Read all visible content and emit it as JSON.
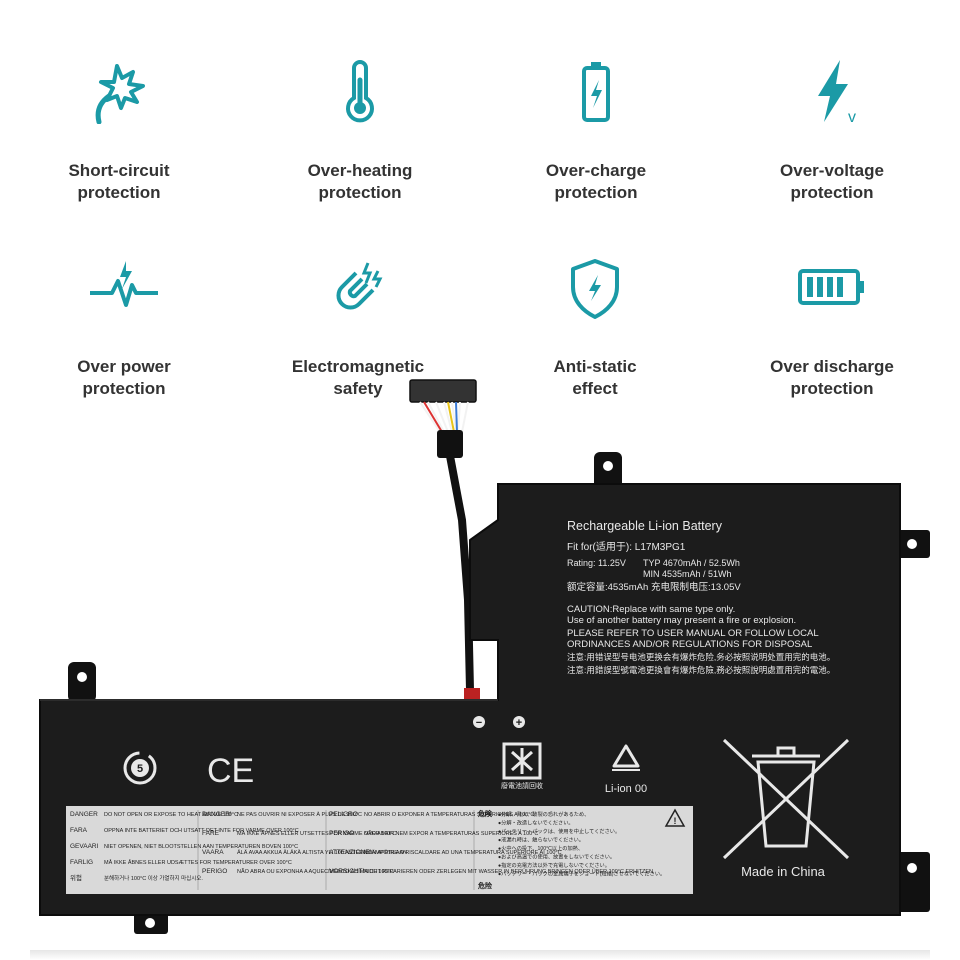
{
  "colors": {
    "icon": "#1b9aa6",
    "label": "#333333",
    "battery_body": "#1c1c1c",
    "warning_panel": "#d9d9d9"
  },
  "features": [
    {
      "icon": "spark-burst-icon",
      "line1": "Short-circuit",
      "line2": "protection"
    },
    {
      "icon": "thermometer-icon",
      "line1": "Over-heating",
      "line2": "protection"
    },
    {
      "icon": "battery-charge-icon",
      "line1": "Over-charge",
      "line2": "protection"
    },
    {
      "icon": "lightning-volt-icon",
      "line1": "Over-voltage",
      "line2": "protection"
    },
    {
      "icon": "power-pulse-icon",
      "line1": "Over power",
      "line2": "protection"
    },
    {
      "icon": "magnet-icon",
      "line1": "Electromagnetic",
      "line2": "safety"
    },
    {
      "icon": "shield-bolt-icon",
      "line1": "Anti-static",
      "line2": "effect"
    },
    {
      "icon": "battery-level-icon",
      "line1": "Over discharge",
      "line2": "protection"
    }
  ],
  "battery": {
    "title": "Rechargeable Li-ion Battery",
    "fit_for": "Fit for(适用于):  L17M3PG1",
    "rating_label": "Rating: 11.25V",
    "typ": "TYP 4670mAh / 52.5Wh",
    "min": "MIN 4535mAh / 51Wh",
    "rated_cn": "额定容量:4535mAh    充电限制电压:13.05V",
    "caution1": "CAUTION:Replace with same type only.",
    "caution2": "Use of another battery may present a fire or explosion.",
    "caution3": "PLEASE REFER TO USER MANUAL OR FOLLOW LOCAL",
    "caution4": "ORDINANCES AND/OR REGULATIONS FOR DISPOSAL",
    "cn_note1": "注意:用错误型号电池更换会有爆炸危险,务必按照说明处置用完的电池。",
    "cn_note2": "注意:用錯誤型號電池更換會有爆炸危險,務必按照說明處置用完的電池。",
    "minus": "−",
    "plus": "+",
    "recycle_cn": "廢電池請回收",
    "liion": "Li-ion 00",
    "made_in": "Made in China",
    "ce": "CE",
    "epa": "5",
    "warnings": {
      "c1": [
        {
          "k": "DANGER",
          "v": "DO NOT OPEN OR EXPOSE TO HEAT ABOVE 100°C"
        },
        {
          "k": "FARA",
          "v": "OPPNA INTE BATTERIET OCH UTSATT DET INTE FOR VARME OVER 100°C"
        },
        {
          "k": "GEVAARI",
          "v": "NIET OPENEN, NIET BLOOTSTELLEN AAN TEMPERATUREN BOVEN 100°C"
        },
        {
          "k": "FARLIG",
          "v": "MÅ IKKE ÅBNES ELLER UDSÆTTES FOR TEMPERATURER OVER 100°C"
        },
        {
          "k": "위험",
          "v": "분해하거나 100°C 이상 가열하지 마십시오."
        }
      ],
      "c2": [
        {
          "k": "DANGER!",
          "v": "NE PAS OUVRIR NI EXPOSER À PLUS DE 100°C"
        },
        {
          "k": "FARE",
          "v": "MÅ IKKE ÅPNES ELLER UTSETTES FOR VARME OVER 100°C"
        },
        {
          "k": "VAARA",
          "v": "ÄLÄ AVAA AKKUA ÄLÄKÄ ALTISTA YLI 100 ASTEEN LÄMPÖTILAAN"
        },
        {
          "k": "PERIGO",
          "v": "NÃO ABRA OU EXPONHA A AQUECIMENTO ACIMA DE 100°C"
        }
      ],
      "c3": [
        {
          "k": "PELIGRO",
          "v": "NO ABRIR O EXPONER A TEMPERATURAS SUPERIORES A 100°C"
        },
        {
          "k": "PERIGO",
          "v": "NÃO ABRIR NEM EXPOR A TEMPERATURAS SUPERIORES A 100°C"
        },
        {
          "k": "ATTENZIONE!",
          "v": "NON APRIRE O RISCALDARE AD UNA TEMPERATURA SUPERIORE AI 100°C"
        },
        {
          "k": "VORSICHT!",
          "v": "NICHT REPARIEREN ODER ZERLEGEN MIT WASSER IN BERÜHRUNG BRINGEN ODER ÜBER 100°C ERHITZEN"
        }
      ],
      "c4_title": "危険",
      "c4": [
        "●分解、発火、破裂の恐れがあるため、",
        "●分解・改造しないでください。",
        "●バッテリー・パックは、使用を中止してください。",
        "●液漏れ時は、触らないでください。",
        "●火中への投下、100°C以上の加熱、",
        "●および高温での使用、放置をしないでください。",
        "●指定の充電方法以外で充電しないでください。",
        "●バッテリー・パックの金属端子をショート(短絡)させないでください。"
      ],
      "c4_foot": "危险"
    }
  }
}
